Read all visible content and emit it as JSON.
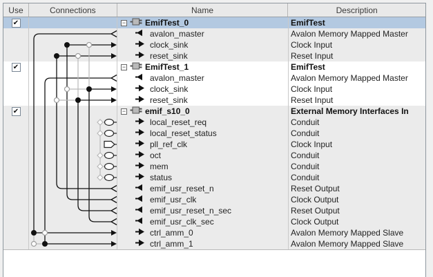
{
  "header": {
    "columns": [
      "Use",
      "Connections",
      "Name",
      "Description"
    ]
  },
  "icons": {
    "checkmark": "✔",
    "collapse": "−",
    "input_port": "input-arrow",
    "output_port": "output-arrow",
    "export_point": "diamond-oval",
    "clock_export": "tag"
  },
  "colors": {
    "selected_row": "#b3c9e1",
    "row_alt": "#ebebeb",
    "header_bg": "#e9e9e9",
    "wire": "#111111",
    "inactive_wire": "#b9b9b9",
    "panel_border": "#8e979e"
  },
  "rows": [
    {
      "type": "module",
      "name": "EmifTest_0",
      "desc": "EmifTest",
      "use": true,
      "selected": true
    },
    {
      "type": "port",
      "dir": "output",
      "name": "avalon_master",
      "desc": "Avalon Memory Mapped Master"
    },
    {
      "type": "port",
      "dir": "input",
      "name": "clock_sink",
      "desc": "Clock Input"
    },
    {
      "type": "port",
      "dir": "input",
      "name": "reset_sink",
      "desc": "Reset Input"
    },
    {
      "type": "module",
      "name": "EmifTest_1",
      "desc": "EmifTest",
      "use": true
    },
    {
      "type": "port",
      "dir": "output",
      "name": "avalon_master",
      "desc": "Avalon Memory Mapped Master"
    },
    {
      "type": "port",
      "dir": "input",
      "name": "clock_sink",
      "desc": "Clock Input"
    },
    {
      "type": "port",
      "dir": "input",
      "name": "reset_sink",
      "desc": "Reset Input"
    },
    {
      "type": "module",
      "name": "emif_s10_0",
      "desc": "External Memory Interfaces In",
      "use": true
    },
    {
      "type": "port",
      "dir": "input",
      "name": "local_reset_req",
      "desc": "Conduit"
    },
    {
      "type": "port",
      "dir": "input",
      "name": "local_reset_status",
      "desc": "Conduit"
    },
    {
      "type": "port",
      "dir": "input",
      "name": "pll_ref_clk",
      "desc": "Clock Input"
    },
    {
      "type": "port",
      "dir": "input",
      "name": "oct",
      "desc": "Conduit"
    },
    {
      "type": "port",
      "dir": "input",
      "name": "mem",
      "desc": "Conduit"
    },
    {
      "type": "port",
      "dir": "input",
      "name": "status",
      "desc": "Conduit"
    },
    {
      "type": "port",
      "dir": "output",
      "name": "emif_usr_reset_n",
      "desc": "Reset Output"
    },
    {
      "type": "port",
      "dir": "output",
      "name": "emif_usr_clk",
      "desc": "Clock Output"
    },
    {
      "type": "port",
      "dir": "output",
      "name": "emif_usr_reset_n_sec",
      "desc": "Reset Output"
    },
    {
      "type": "port",
      "dir": "output",
      "name": "emif_usr_clk_sec",
      "desc": "Clock Output"
    },
    {
      "type": "port",
      "dir": "input",
      "name": "ctrl_amm_0",
      "desc": "Avalon Memory Mapped Slave"
    },
    {
      "type": "port",
      "dir": "input",
      "name": "ctrl_amm_1",
      "desc": "Avalon Memory Mapped Slave"
    }
  ],
  "connections": [
    {
      "from": "EmifTest_0.avalon_master",
      "to": "emif_s10_0.ctrl_amm_0",
      "state": "connected"
    },
    {
      "from": "EmifTest_0.avalon_master",
      "to": "emif_s10_0.ctrl_amm_1",
      "state": "possible"
    },
    {
      "from": "EmifTest_1.avalon_master",
      "to": "emif_s10_0.ctrl_amm_1",
      "state": "connected"
    },
    {
      "from": "EmifTest_1.avalon_master",
      "to": "emif_s10_0.ctrl_amm_0",
      "state": "possible"
    },
    {
      "from": "emif_s10_0.emif_usr_reset_n",
      "to": "EmifTest_0.reset_sink",
      "state": "connected"
    },
    {
      "from": "emif_s10_0.emif_usr_reset_n",
      "to": "EmifTest_1.reset_sink",
      "state": "possible"
    },
    {
      "from": "emif_s10_0.emif_usr_clk",
      "to": "EmifTest_0.clock_sink",
      "state": "connected"
    },
    {
      "from": "emif_s10_0.emif_usr_clk",
      "to": "EmifTest_1.clock_sink",
      "state": "possible"
    },
    {
      "from": "emif_s10_0.emif_usr_reset_n_sec",
      "to": "EmifTest_1.reset_sink",
      "state": "connected"
    },
    {
      "from": "emif_s10_0.emif_usr_reset_n_sec",
      "to": "EmifTest_0.reset_sink",
      "state": "possible"
    },
    {
      "from": "emif_s10_0.emif_usr_clk_sec",
      "to": "EmifTest_1.clock_sink",
      "state": "connected"
    },
    {
      "from": "emif_s10_0.emif_usr_clk_sec",
      "to": "EmifTest_0.clock_sink",
      "state": "possible"
    },
    {
      "port": "emif_s10_0.local_reset_req",
      "state": "exportable"
    },
    {
      "port": "emif_s10_0.local_reset_status",
      "state": "exportable"
    },
    {
      "port": "emif_s10_0.pll_ref_clk",
      "state": "exportable"
    },
    {
      "port": "emif_s10_0.oct",
      "state": "exportable"
    },
    {
      "port": "emif_s10_0.mem",
      "state": "exportable"
    },
    {
      "port": "emif_s10_0.status",
      "state": "exportable"
    }
  ]
}
